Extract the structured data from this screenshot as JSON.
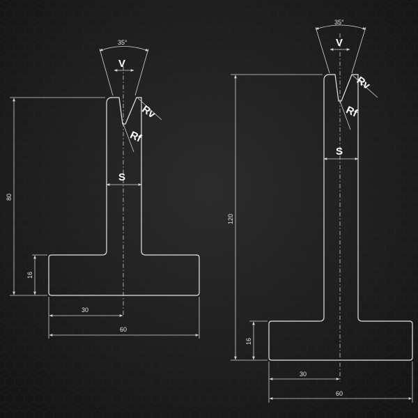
{
  "left_profile": {
    "angle_label": "35°",
    "v_label": "V",
    "rv_label": "Rv",
    "rf_label": "Rf",
    "s_label": "S",
    "height_label": "80",
    "base_height_label": "16",
    "half_width_label": "30",
    "width_label": "60"
  },
  "right_profile": {
    "angle_label": "35°",
    "v_label": "V",
    "rv_label": "Rv",
    "rf_label": "Rf",
    "s_label": "S",
    "height_label": "120",
    "base_height_label": "16",
    "half_width_label": "30",
    "width_label": "60"
  },
  "colors": {
    "background": "#1e1e1e",
    "line": "#e6e6e6"
  }
}
